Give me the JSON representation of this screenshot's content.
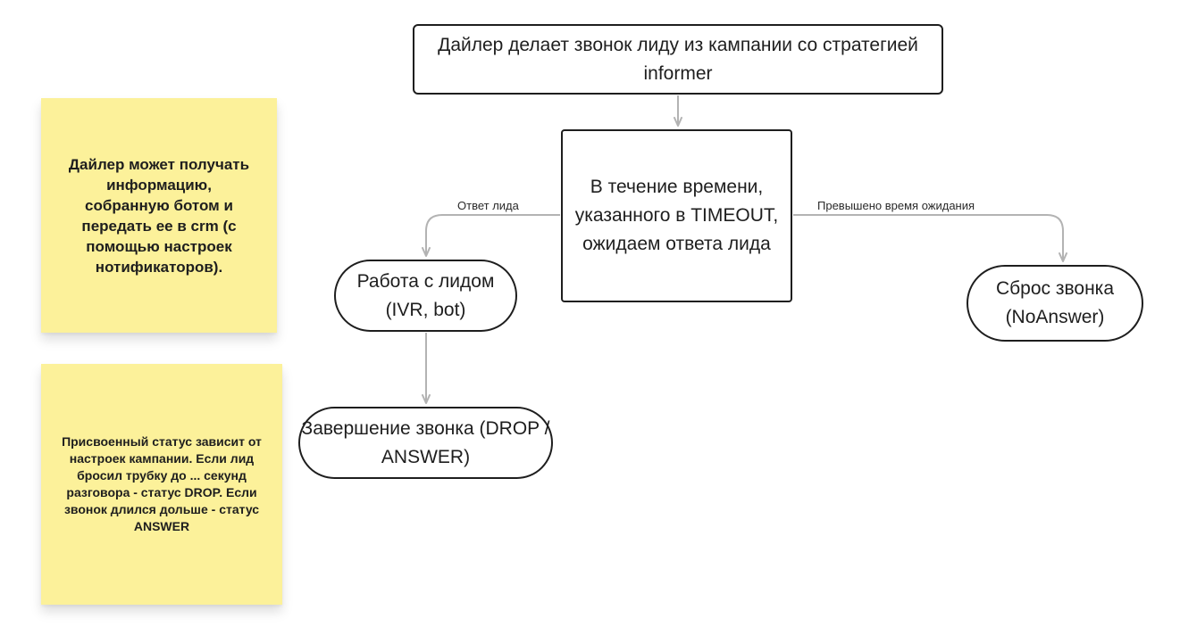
{
  "notes": [
    {
      "text": "Дайлер может получать информацию, собранную ботом и передать ее в crm (с помощью настроек нотификаторов)."
    },
    {
      "text": "Присвоенный статус зависит от настроек кампании. Если лид бросил трубку до ... секунд разговора - статус DROP.  Если звонок длился дольше - статус ANSWER"
    }
  ],
  "nodes": {
    "start": "Дайлер делает звонок лиду из кампании со стратегией informer",
    "wait": "В течение времени, указанного в TIMEOUT, ожидаем ответа лида",
    "work": "Работа с лидом (IVR, bot)",
    "end": "Завершение звонка (DROP / ANSWER)",
    "reset": "Сброс звонка (NoAnswer)"
  },
  "edges": {
    "answer_label": "Ответ лида",
    "timeout_label": "Превышено время ожидания"
  },
  "colors": {
    "sticky": "#fcf19a",
    "connector": "#b3b3b3",
    "node_border": "#1e1e1e"
  }
}
